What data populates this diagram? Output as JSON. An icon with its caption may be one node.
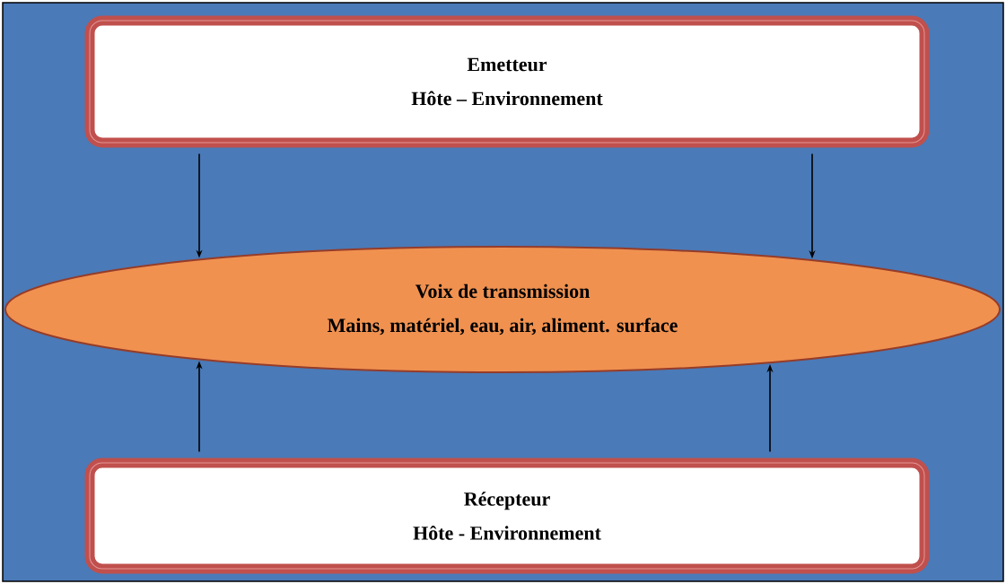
{
  "diagram": {
    "nodes": [
      {
        "text": [
          "Emetteur",
          "Hôte – Environnement"
        ]
      },
      {
        "text": [
          "Voix de transmission",
          "Mains, matériel, eau, air, aliment. surface"
        ]
      },
      {
        "text": [
          "Récepteur",
          "Hôte - Environnement"
        ]
      }
    ],
    "edges": [
      {
        "from": 0,
        "to": 1,
        "arrow": "to"
      },
      {
        "from": 0,
        "to": 1,
        "arrow": "to"
      },
      {
        "from": 2,
        "to": 1,
        "arrow": "to"
      },
      {
        "from": 2,
        "to": 1,
        "arrow": "to"
      }
    ]
  }
}
